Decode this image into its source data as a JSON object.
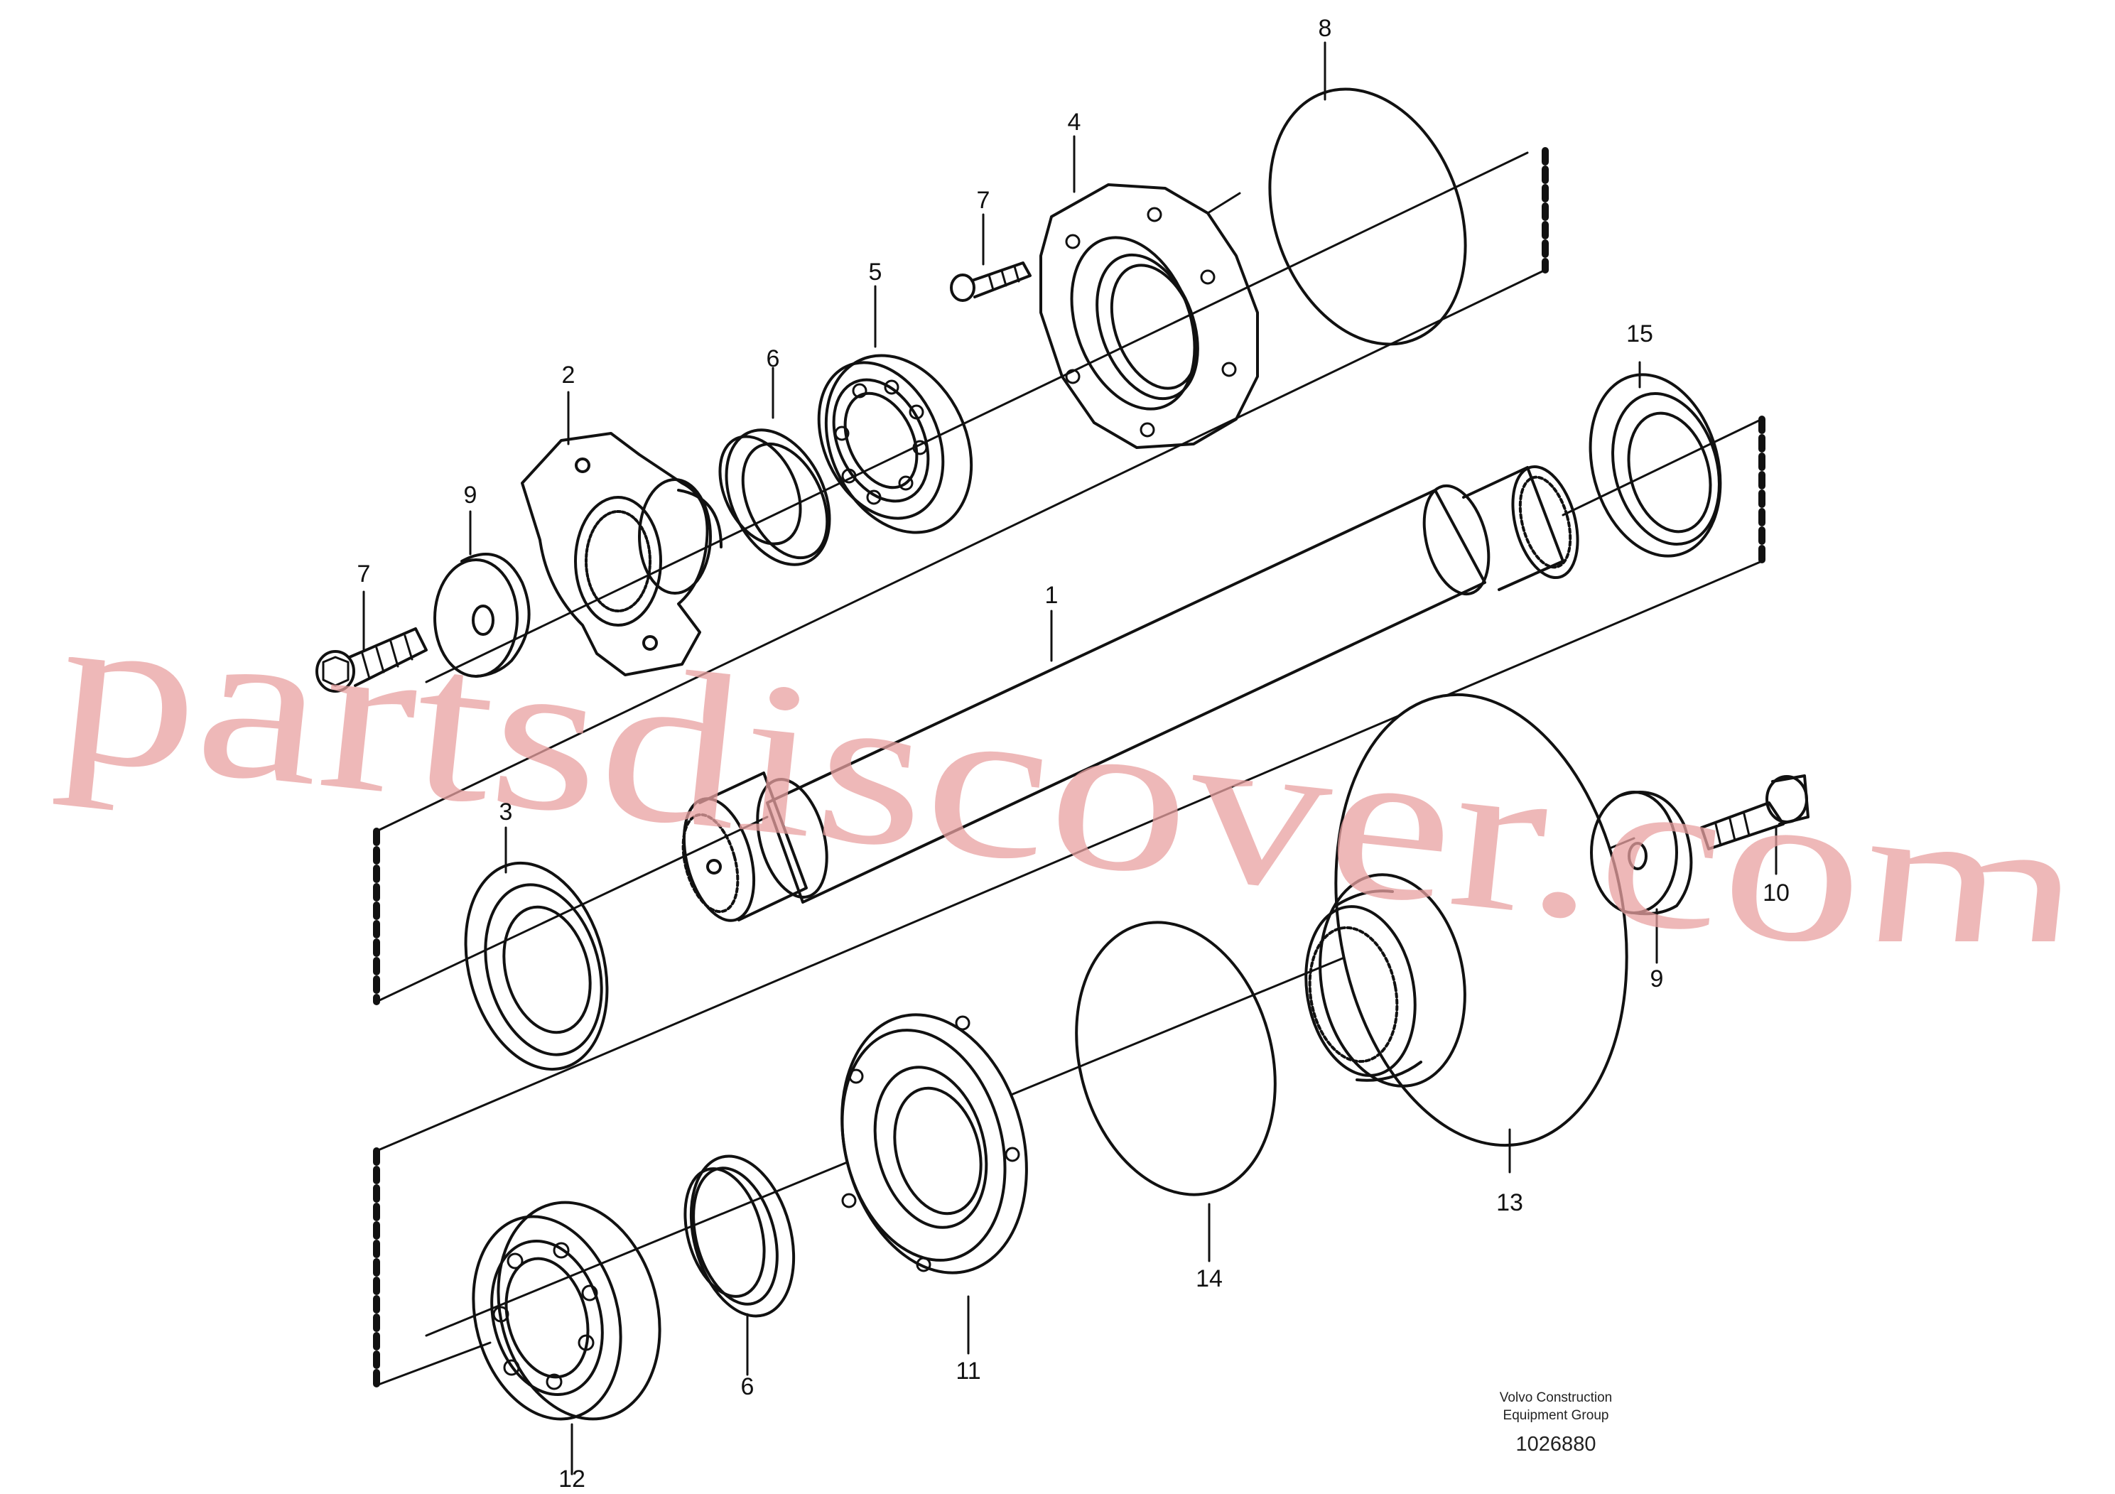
{
  "callouts": [
    {
      "id": "1",
      "text": "1"
    },
    {
      "id": "2",
      "text": "2"
    },
    {
      "id": "3",
      "text": "3"
    },
    {
      "id": "4",
      "text": "4"
    },
    {
      "id": "5",
      "text": "5"
    },
    {
      "id": "6a",
      "text": "6"
    },
    {
      "id": "6b",
      "text": "6"
    },
    {
      "id": "7a",
      "text": "7"
    },
    {
      "id": "7b",
      "text": "7"
    },
    {
      "id": "8",
      "text": "8"
    },
    {
      "id": "9a",
      "text": "9"
    },
    {
      "id": "9b",
      "text": "9"
    },
    {
      "id": "10",
      "text": "10"
    },
    {
      "id": "11",
      "text": "11"
    },
    {
      "id": "12",
      "text": "12"
    },
    {
      "id": "13",
      "text": "13"
    },
    {
      "id": "14",
      "text": "14"
    },
    {
      "id": "15",
      "text": "15"
    }
  ],
  "caption": {
    "company_line1": "Volvo Construction",
    "company_line2": "Equipment Group",
    "drawing_number": "1026880"
  },
  "watermark": {
    "text": "partsdiscover.com",
    "color": "#e8a0a0"
  }
}
